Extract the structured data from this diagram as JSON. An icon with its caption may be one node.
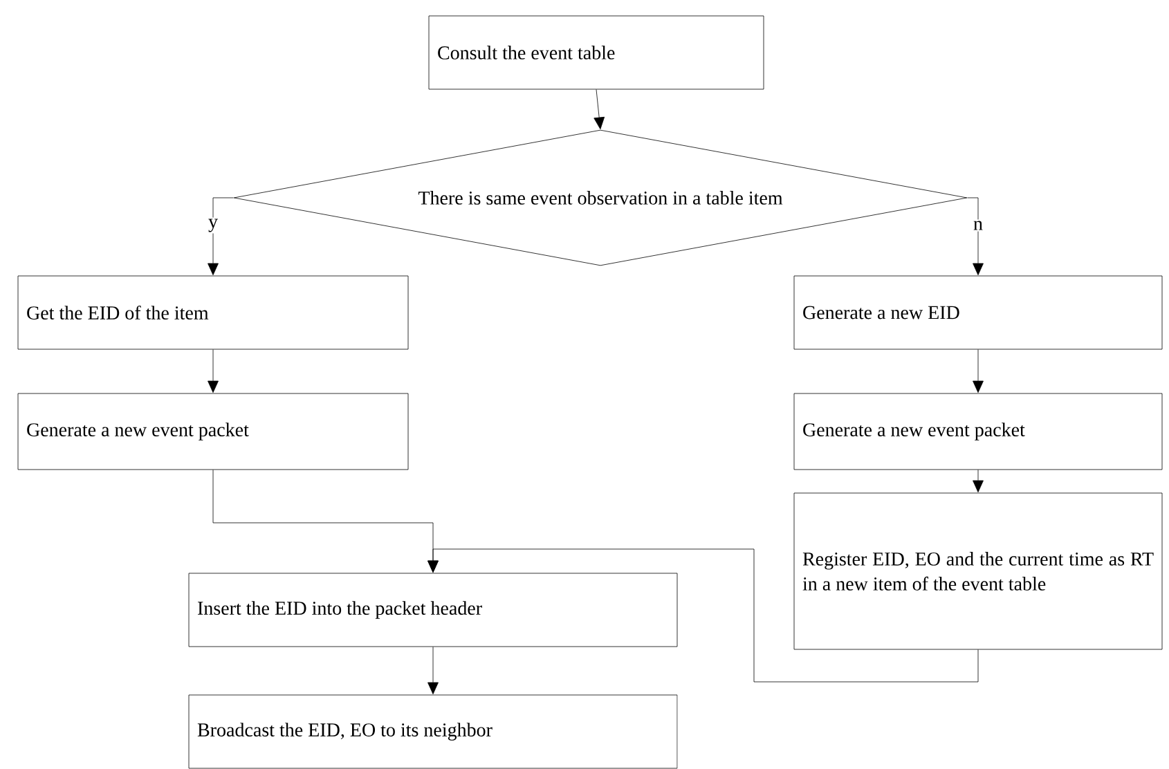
{
  "diagram": {
    "nodes": [
      {
        "text": [
          "Consult the event table"
        ]
      },
      {
        "text": [
          "There is same event observation in a table item"
        ]
      },
      {
        "text": [
          "Get the EID of the item"
        ]
      },
      {
        "text": [
          "Generate a new event packet"
        ]
      },
      {
        "text": [
          "Generate a new EID"
        ]
      },
      {
        "text": [
          "Generate a new event packet"
        ]
      },
      {
        "text": [
          "Register EID, EO and the current time as RT in a new item of the event table"
        ]
      },
      {
        "text": [
          "Insert the EID into the packet header"
        ]
      },
      {
        "text": [
          "Broadcast the EID, EO to its neighbor"
        ]
      }
    ],
    "edges": [
      {
        "from": 0,
        "to": 1,
        "arrow": "to"
      },
      {
        "from": 1,
        "to": 2,
        "arrow": "to",
        "label": "y"
      },
      {
        "from": 1,
        "to": 4,
        "arrow": "to",
        "label": "n"
      },
      {
        "from": 2,
        "to": 3,
        "arrow": "to"
      },
      {
        "from": 4,
        "to": 5,
        "arrow": "to"
      },
      {
        "from": 5,
        "to": 6,
        "arrow": "to"
      },
      {
        "from": 3,
        "to": 7,
        "arrow": "to"
      },
      {
        "from": 6,
        "to": 7,
        "arrow": "to"
      },
      {
        "from": 7,
        "to": 8,
        "arrow": "to"
      }
    ]
  }
}
